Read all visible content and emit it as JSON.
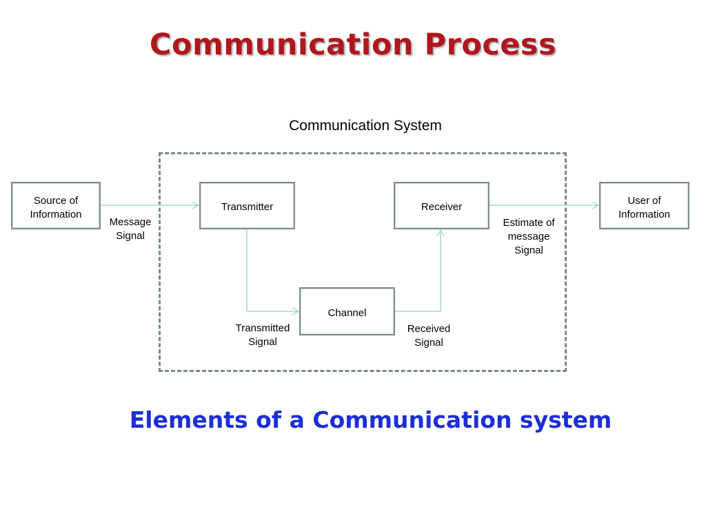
{
  "slide": {
    "title": "Communication Process",
    "subtitle": "Elements of a Communication system"
  },
  "diagram": {
    "system_label": "Communication System",
    "nodes": {
      "source": "Source of\nInformation",
      "transmitter": "Transmitter",
      "channel": "Channel",
      "receiver": "Receiver",
      "user": "User of\nInformation"
    },
    "edge_labels": {
      "message_signal": "Message\nSignal",
      "transmitted_signal": "Transmitted\nSignal",
      "received_signal": "Received\nSignal",
      "estimate_signal": "Estimate of\nmessage\nSignal"
    },
    "colors": {
      "title": "#b0171d",
      "subtitle": "#1c2fd6",
      "box_border": "#7f8c8d",
      "connector": "#a9d4d6",
      "frame": "#7a8a8a"
    }
  }
}
